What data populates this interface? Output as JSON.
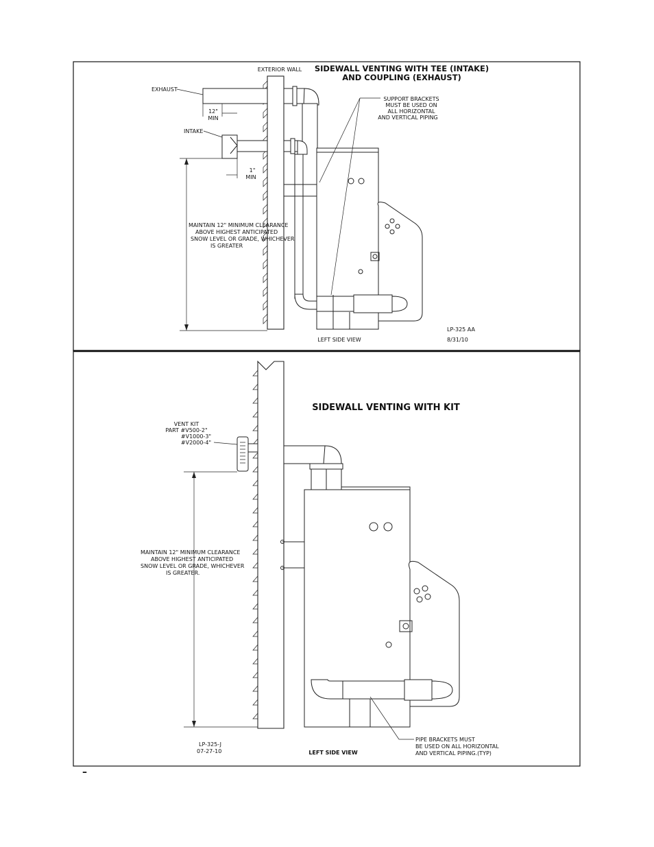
{
  "top_panel": {
    "title_line1": "SIDEWALL VENTING WITH TEE (INTAKE)",
    "title_line2": "AND COUPLING (EXHAUST)",
    "label_exterior_wall": "EXTERIOR WALL",
    "label_exhaust": "EXHAUST",
    "label_intake": "INTAKE",
    "dim_12_value": "12\"",
    "dim_12_unit": "MIN",
    "dim_1_value": "1\"",
    "dim_1_unit": "MIN",
    "support_note": [
      "SUPPORT BRACKETS",
      "MUST BE USED ON",
      "ALL HORIZONTAL",
      "AND VERTICAL PIPING"
    ],
    "clearance_note": [
      "MAINTAIN 12\" MINIMUM CLEARANCE",
      "ABOVE HIGHEST ANTICIPATED",
      "SNOW LEVEL OR GRADE, WHICHEVER",
      "IS GREATER"
    ],
    "view_label": "LEFT SIDE VIEW",
    "drawing_number": "LP-325 AA",
    "date": "8/31/10"
  },
  "bottom_panel": {
    "title": "SIDEWALL VENTING WITH KIT",
    "vent_kit_note": [
      "VENT KIT",
      "PART #V500-2\"",
      "#V1000-3\"",
      "#V2000-4\""
    ],
    "clearance_note": [
      "MAINTAIN 12\" MINIMUM CLEARANCE",
      "ABOVE HIGHEST ANTICIPATED",
      "SNOW LEVEL OR GRADE, WHICHEVER",
      "IS GREATER."
    ],
    "bracket_note": [
      "PIPE BRACKETS MUST",
      "BE USED ON ALL HORIZONTAL",
      "AND VERTICAL PIPING.(TYP)"
    ],
    "view_label": "LEFT SIDE VIEW",
    "drawing_number": "LP-325-J",
    "date": "07-27-10"
  },
  "footer_mark": "–"
}
